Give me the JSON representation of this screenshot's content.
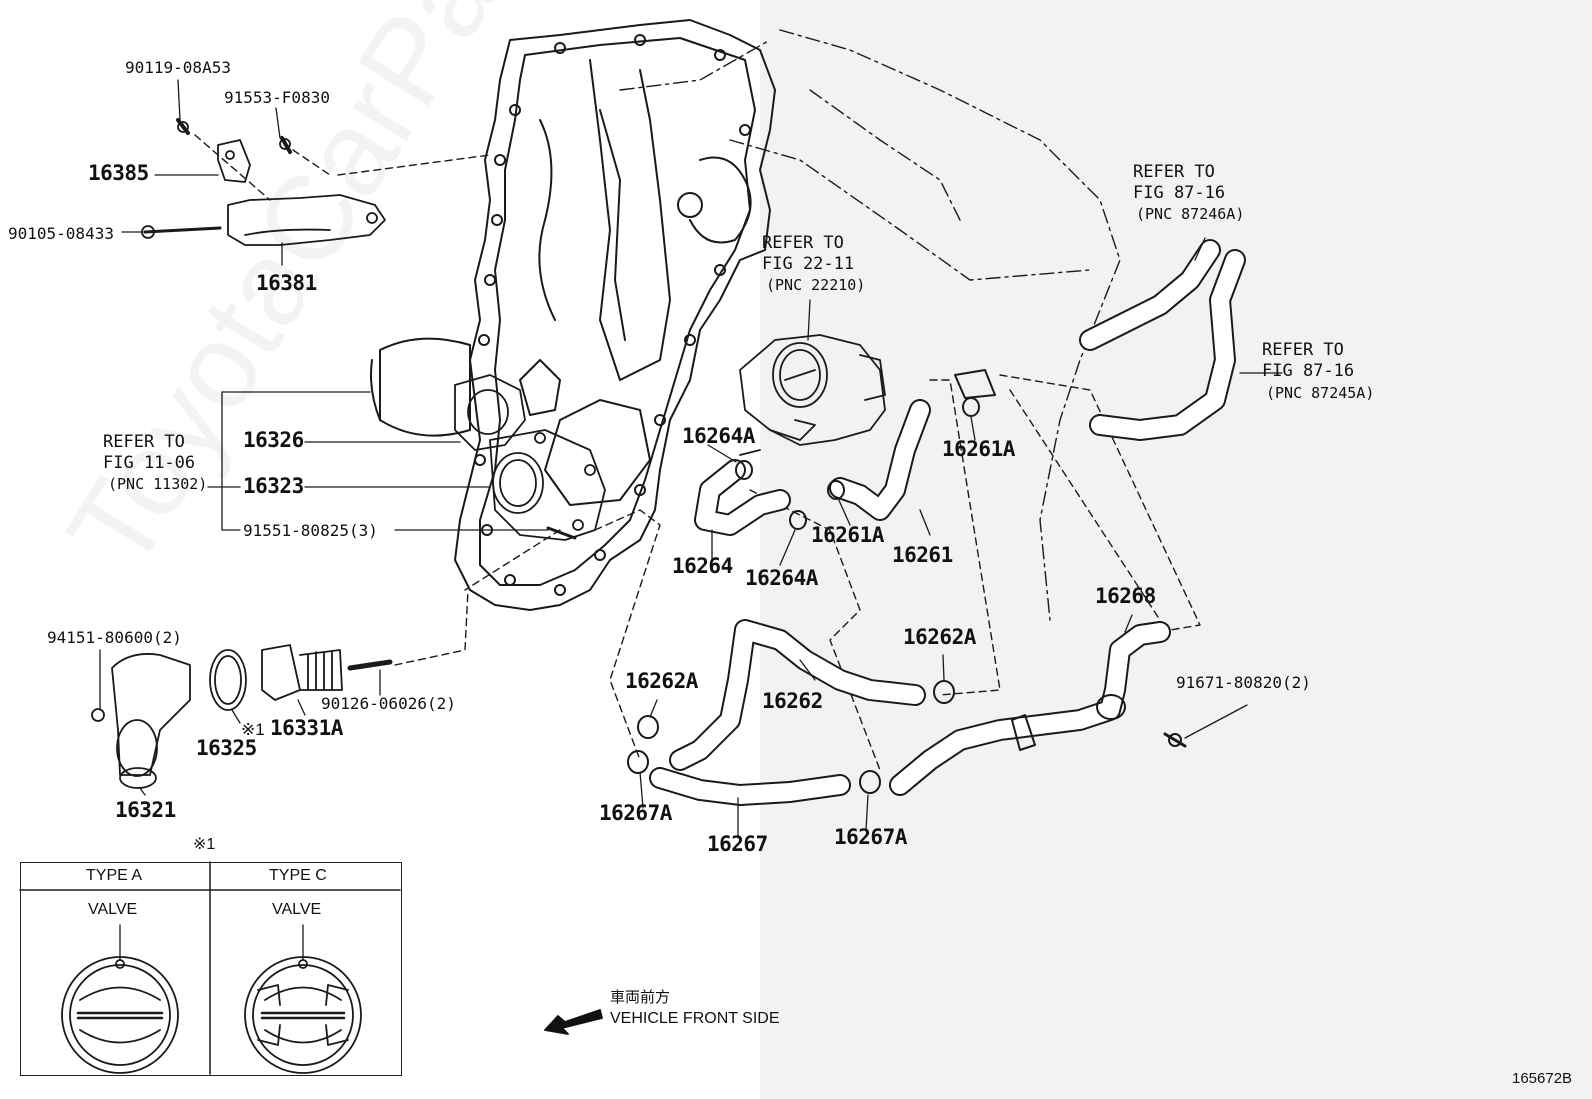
{
  "labels": {
    "p90119": "90119-08A53",
    "p91553": "91553-F0830",
    "p16385": "16385",
    "p90105": "90105-08433",
    "p16381": "16381",
    "refer_fig1106_line1": "REFER TO",
    "refer_fig1106_line2": "FIG 11-06",
    "refer_fig1106_pnc": "(PNC 11302)",
    "p16326": "16326",
    "p16323": "16323",
    "p91551": "91551-80825(3)",
    "p94151": "94151-80600(2)",
    "p16325": "16325",
    "p16331a": "16331A",
    "p16321": "16321",
    "p90126": "90126-06026(2)",
    "note_mark": "※1",
    "refer_fig2211_line1": "REFER TO",
    "refer_fig2211_line2": "FIG 22-11",
    "refer_fig2211_pnc": "(PNC 22210)",
    "p16264a_top": "16264A",
    "p16264": "16264",
    "p16264a_bottom": "16264A",
    "p16261a_right": "16261A",
    "p16261a_mid": "16261A",
    "p16261": "16261",
    "refer_fig8716a_line1": "REFER TO",
    "refer_fig8716a_line2": "FIG 87-16",
    "refer_fig8716a_pnc": "(PNC 87246A)",
    "refer_fig8716b_line1": "REFER TO",
    "refer_fig8716b_line2": "FIG 87-16",
    "refer_fig8716b_pnc": "(PNC 87245A)",
    "p16268": "16268",
    "p91671": "91671-80820(2)",
    "p16262a_right": "16262A",
    "p16262a_left": "16262A",
    "p16262": "16262",
    "p16267a_left": "16267A",
    "p16267": "16267",
    "p16267a_right": "16267A"
  },
  "inset": {
    "mark": "※1",
    "type_a": "TYPE A",
    "type_c": "TYPE C",
    "valve_a": "VALVE",
    "valve_c": "VALVE"
  },
  "direction": {
    "jp": "車両前方",
    "en": "VEHICLE FRONT SIDE"
  },
  "figure_id": "165672B",
  "watermark": "ToyotaCarParts"
}
